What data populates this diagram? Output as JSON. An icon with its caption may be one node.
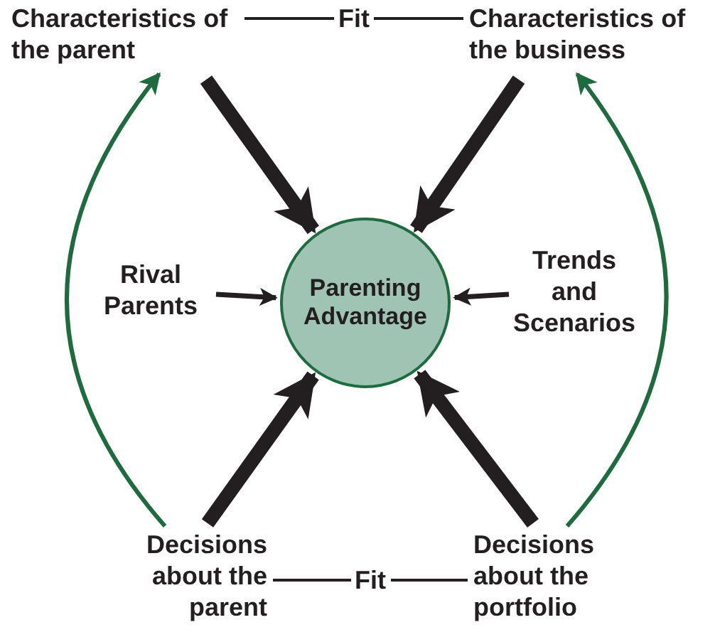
{
  "diagram": {
    "nodes": [
      {
        "text": [
          "Characteristics of the parent"
        ]
      },
      {
        "text": [
          "Characteristics of the business"
        ]
      },
      {
        "text": [
          "Parenting Advantage"
        ]
      },
      {
        "text": [
          "Rival Parents"
        ]
      },
      {
        "text": [
          "Trends and Scenarios"
        ]
      },
      {
        "text": [
          "Decisions about the parent"
        ]
      },
      {
        "text": [
          "Decisions about the portfolio"
        ]
      }
    ],
    "edges": [
      {
        "from": 0,
        "to": 1,
        "arrow": "none",
        "label": "Fit"
      },
      {
        "from": 0,
        "to": 2,
        "arrow": "to",
        "style": "thick"
      },
      {
        "from": 1,
        "to": 2,
        "arrow": "to",
        "style": "thick"
      },
      {
        "from": 3,
        "to": 2,
        "arrow": "to"
      },
      {
        "from": 4,
        "to": 2,
        "arrow": "to"
      },
      {
        "from": 5,
        "to": 2,
        "arrow": "to",
        "style": "thick"
      },
      {
        "from": 6,
        "to": 2,
        "arrow": "to",
        "style": "thick"
      },
      {
        "from": 5,
        "to": 6,
        "arrow": "none",
        "label": "Fit"
      },
      {
        "from": 5,
        "to": 0,
        "arrow": "to",
        "color": "#1e6b3f"
      },
      {
        "from": 6,
        "to": 1,
        "arrow": "to",
        "color": "#1e6b3f"
      }
    ]
  }
}
